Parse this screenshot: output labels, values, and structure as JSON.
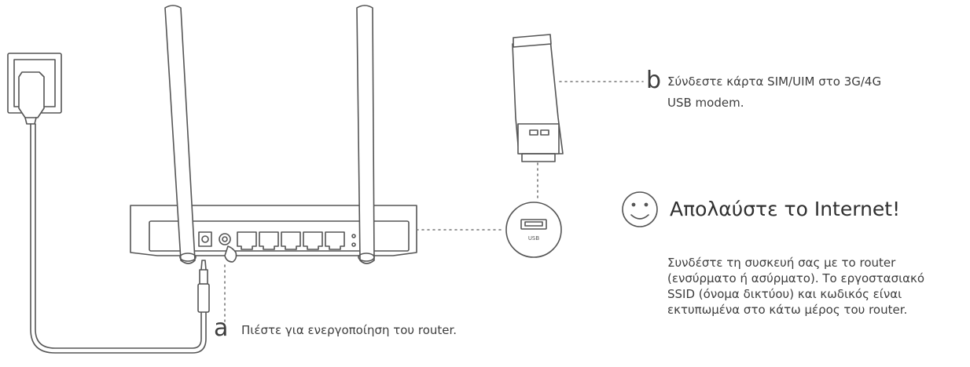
{
  "step_a": {
    "letter": "a",
    "text": "Πιέστε για ενεργοποίηση του router."
  },
  "step_b": {
    "letter": "b",
    "text_line1": "Σύνδεστε  κάρτα SIM/UIM στο 3G/4G",
    "text_line2": "USB modem."
  },
  "enjoy": {
    "title": "Απολαύστε το Internet!",
    "body": "Συνδέστε τη συσκευή σας με το router (ενσύρματο ή ασύρματο). Το εργοστασιακό  SSID (όνομα δικτύου) και κωδικός είναι εκτυπωμένα στο κάτω μέρος του router."
  },
  "usb_port_label": "USB",
  "colors": {
    "line": "#555555",
    "dotted": "#777777",
    "text": "#3d3d3d"
  }
}
